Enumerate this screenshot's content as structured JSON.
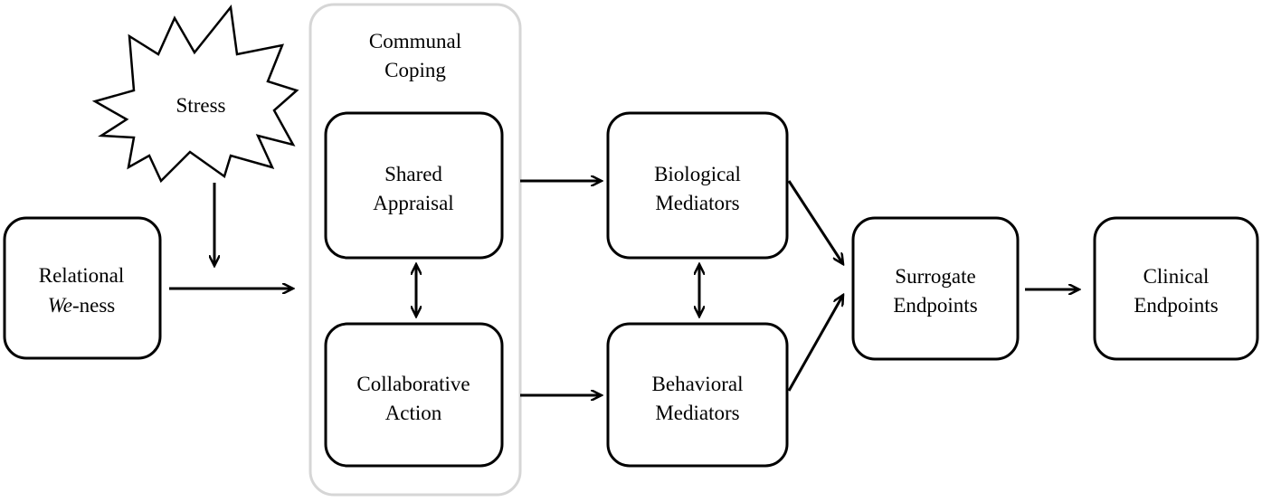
{
  "diagram": {
    "stress": {
      "label": "Stress"
    },
    "communal_coping": {
      "line1": "Communal",
      "line2": "Coping"
    },
    "relational_weness": {
      "line1": "Relational",
      "line2_italic": "We",
      "line2_rest": "-ness"
    },
    "shared_appraisal": {
      "line1": "Shared",
      "line2": "Appraisal"
    },
    "collaborative_action": {
      "line1": "Collaborative",
      "line2": "Action"
    },
    "biological_mediators": {
      "line1": "Biological",
      "line2": "Mediators"
    },
    "behavioral_mediators": {
      "line1": "Behavioral",
      "line2": "Mediators"
    },
    "surrogate_endpoints": {
      "line1": "Surrogate",
      "line2": "Endpoints"
    },
    "clinical_endpoints": {
      "line1": "Clinical",
      "line2": "Endpoints"
    }
  }
}
